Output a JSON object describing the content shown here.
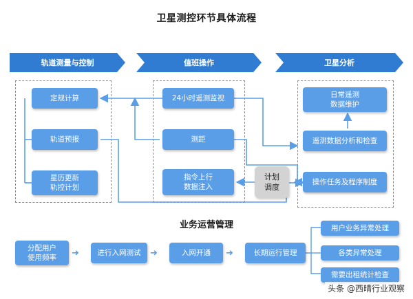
{
  "title": "卫星测控环节具体流程",
  "stages": [
    "轨道测量与控制",
    "值班操作",
    "卫星分析"
  ],
  "col1": [
    "定规计算",
    "轨道预报",
    "星历更新\n轨控计划"
  ],
  "col2": [
    "24小时遥测监视",
    "测距",
    "指令上行\n数据注入"
  ],
  "col3": [
    "日常遥测\n数据维护",
    "遥测数据分析和检查",
    "操作任务及程序制度"
  ],
  "plan_box": "计划\n调度",
  "section2_title": "业务运营管理",
  "ops_flow": [
    "分配用户\n使用频率",
    "进行入网测试",
    "入网开通",
    "长期运行管理"
  ],
  "ops_outcomes": [
    "用户业务异常处理",
    "各类异常处理",
    "需要出租统计检查"
  ],
  "watermark": "头条 @西晴行业观察",
  "colors": {
    "primary": "#2f7cd2",
    "box": "#5b9ee8",
    "line": "#5b9ee8",
    "plan": "#d3d3d3"
  }
}
